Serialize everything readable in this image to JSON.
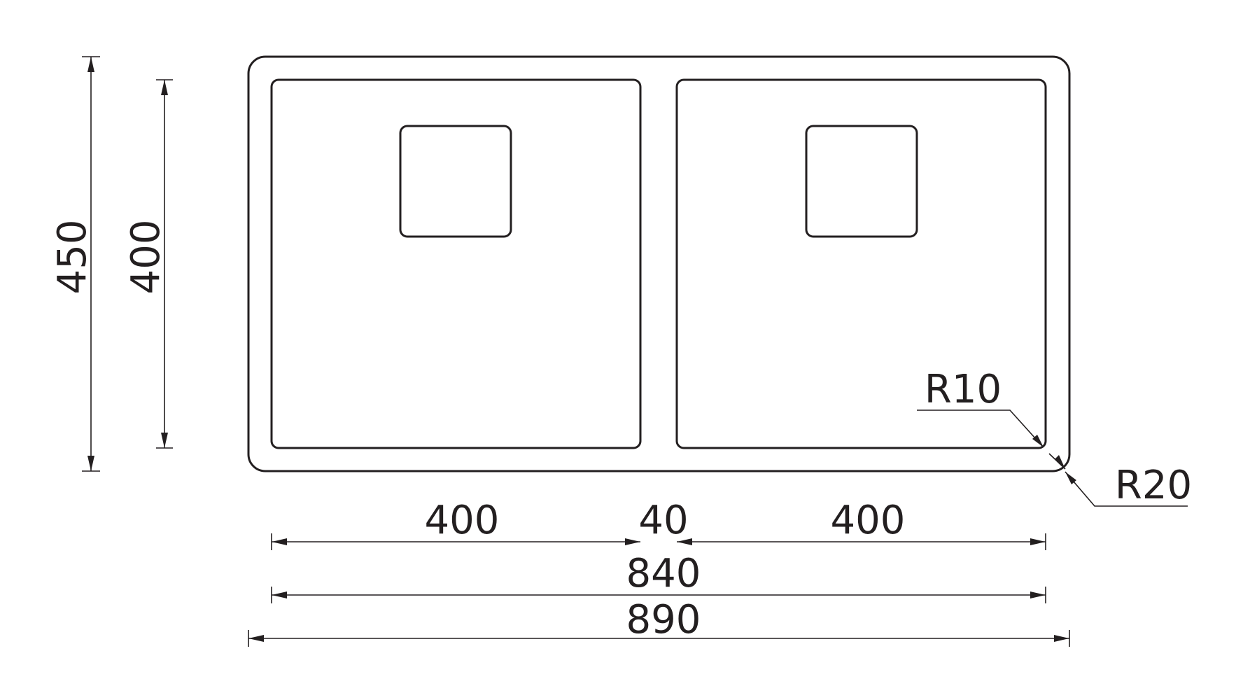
{
  "dimensions": {
    "total_height": "450",
    "bowl_height": "400",
    "left_bowl_width": "400",
    "divider_width": "40",
    "right_bowl_width": "400",
    "inner_width": "840",
    "total_width": "890",
    "inner_radius": "R10",
    "outer_radius": "R20"
  },
  "colors": {
    "line": "#231f20",
    "background": "#ffffff"
  }
}
